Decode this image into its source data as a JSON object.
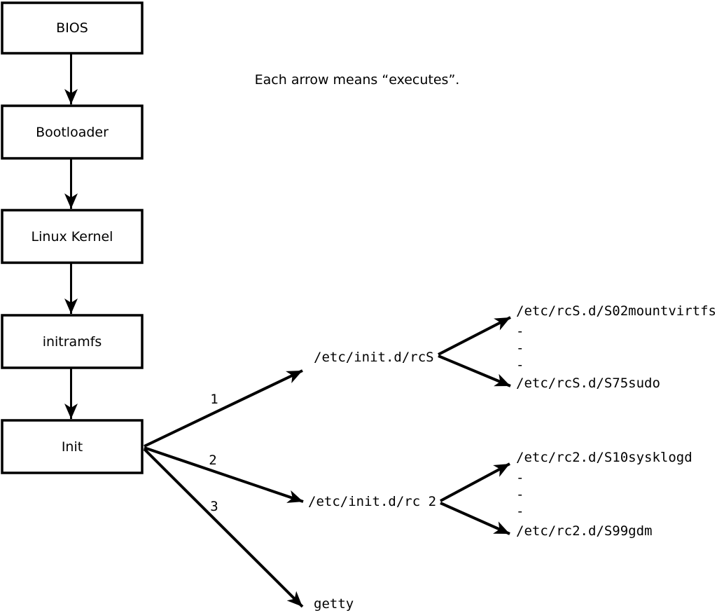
{
  "note": "Each arrow means “executes”.",
  "boxes": [
    {
      "label": "BIOS"
    },
    {
      "label": "Bootloader"
    },
    {
      "label": "Linux Kernel"
    },
    {
      "label": "initramfs"
    },
    {
      "label": "Init"
    }
  ],
  "branches": [
    {
      "number": "1",
      "target": "/etc/init.d/rcS"
    },
    {
      "number": "2",
      "target": "/etc/init.d/rc 2"
    },
    {
      "number": "3",
      "target": "getty"
    }
  ],
  "rcS_scripts": [
    "/etc/rcS.d/S02mountvirtfs",
    "-",
    "-",
    "-",
    "/etc/rcS.d/S75sudo"
  ],
  "rc2_scripts": [
    "/etc/rc2.d/S10sysklogd",
    "-",
    "-",
    "-",
    "/etc/rc2.d/S99gdm"
  ],
  "colors": {
    "ink": "#000000",
    "background": "#ffffff"
  }
}
